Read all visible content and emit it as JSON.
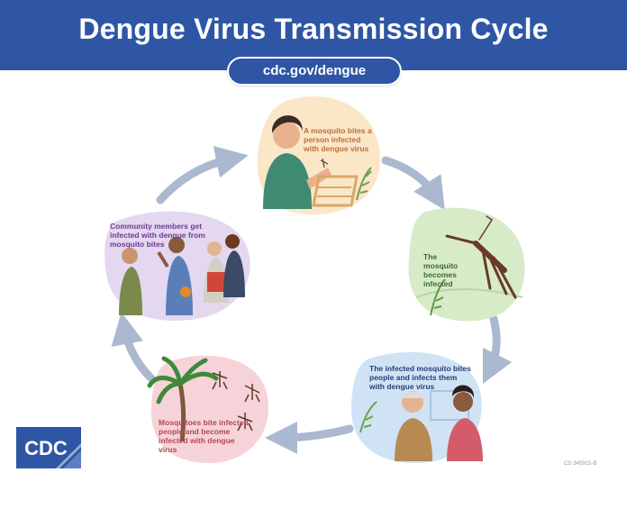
{
  "header": {
    "title": "Dengue Virus Transmission Cycle",
    "url": "cdc.gov/dengue"
  },
  "steps": [
    {
      "text": "A mosquito bites a person infected with dengue virus",
      "color": "#b7713a",
      "bg": "#fbe6c8"
    },
    {
      "text": "The mosquito becomes infected",
      "color": "#3d6b2f",
      "bg": "#d7ebc8"
    },
    {
      "text": "The infected mosquito bites people and infects them with dengue virus",
      "color": "#2a3d7a",
      "bg": "#cfe3f5"
    },
    {
      "text": "Mosquitoes bite infected people and become infected with dengue virus",
      "color": "#b2475a",
      "bg": "#f6d3d8"
    },
    {
      "text": "Community members get infected with dengue from mosquito bites",
      "color": "#6b3c93",
      "bg": "#e4d7f0"
    }
  ],
  "logo": {
    "text": "CDC"
  },
  "doc_id": "CD 345915-B",
  "colors": {
    "brand_blue": "#2f56a5",
    "arrow": "#aab9cf"
  },
  "icons": [
    "mosquito-icon",
    "palm-tree-icon",
    "fern-icon",
    "cycle-arrow-icon"
  ]
}
